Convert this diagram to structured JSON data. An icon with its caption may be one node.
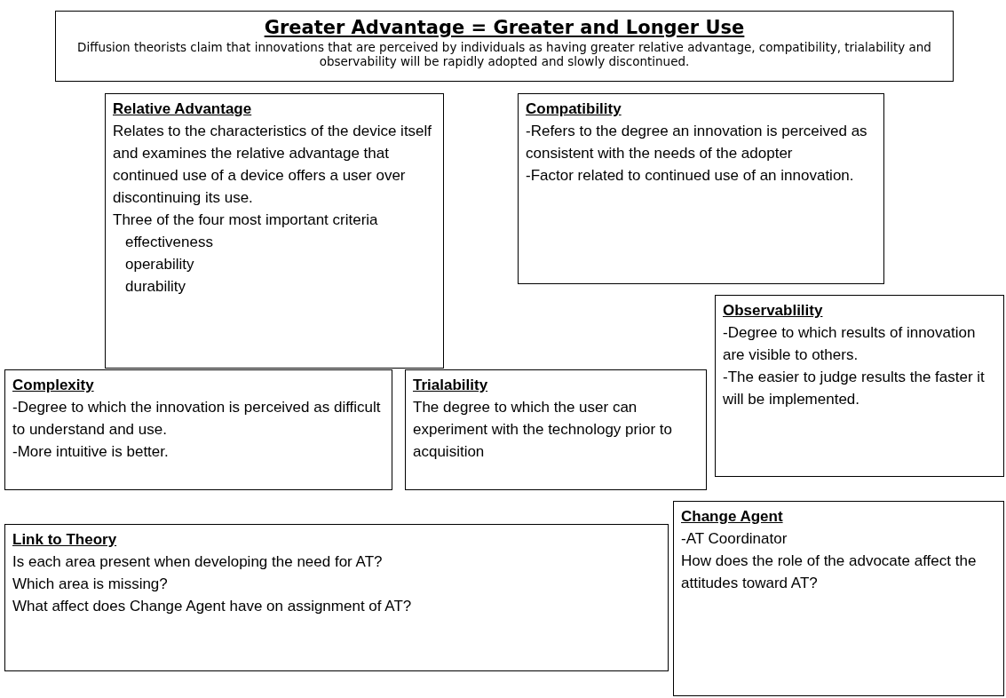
{
  "diagram": {
    "nodes": [
      {
        "text": [
          "Greater Advantage = Greater and Longer Use",
          "Diffusion theorists claim that innovations that are perceived by individuals as having greater relative advantage, compatibility, trialability and observability will be rapidly adopted and slowly discontinued."
        ]
      },
      {
        "text": [
          "Relative Advantage",
          "Relates to the characteristics of the device itself and examines the relative advantage that continued use of a device offers a user over discontinuing its use.",
          "Three of the four most important criteria",
          "effectiveness",
          "operability",
          "durability"
        ]
      },
      {
        "text": [
          "Compatibility",
          "-Refers to the degree an innovation is perceived as consistent with the needs of the adopter",
          "-Factor related to continued use of an innovation."
        ]
      },
      {
        "text": [
          "Observablility",
          "-Degree to which results of innovation are visible to others.",
          "-The easier to judge results the faster it will be implemented."
        ]
      },
      {
        "text": [
          "Complexity",
          "-Degree to which the innovation is perceived as difficult to understand and use.",
          "-More intuitive is better."
        ]
      },
      {
        "text": [
          "Trialability",
          "The degree to which the user can experiment with the technology prior to acquisition"
        ]
      },
      {
        "text": [
          "Link to Theory",
          "Is each area present when developing the need for AT?",
          "Which area is missing?",
          "What affect does Change Agent have on assignment of AT?"
        ]
      },
      {
        "text": [
          "Change Agent",
          "-AT Coordinator",
          "How does the role of the advocate affect the attitudes toward AT?"
        ]
      }
    ]
  }
}
